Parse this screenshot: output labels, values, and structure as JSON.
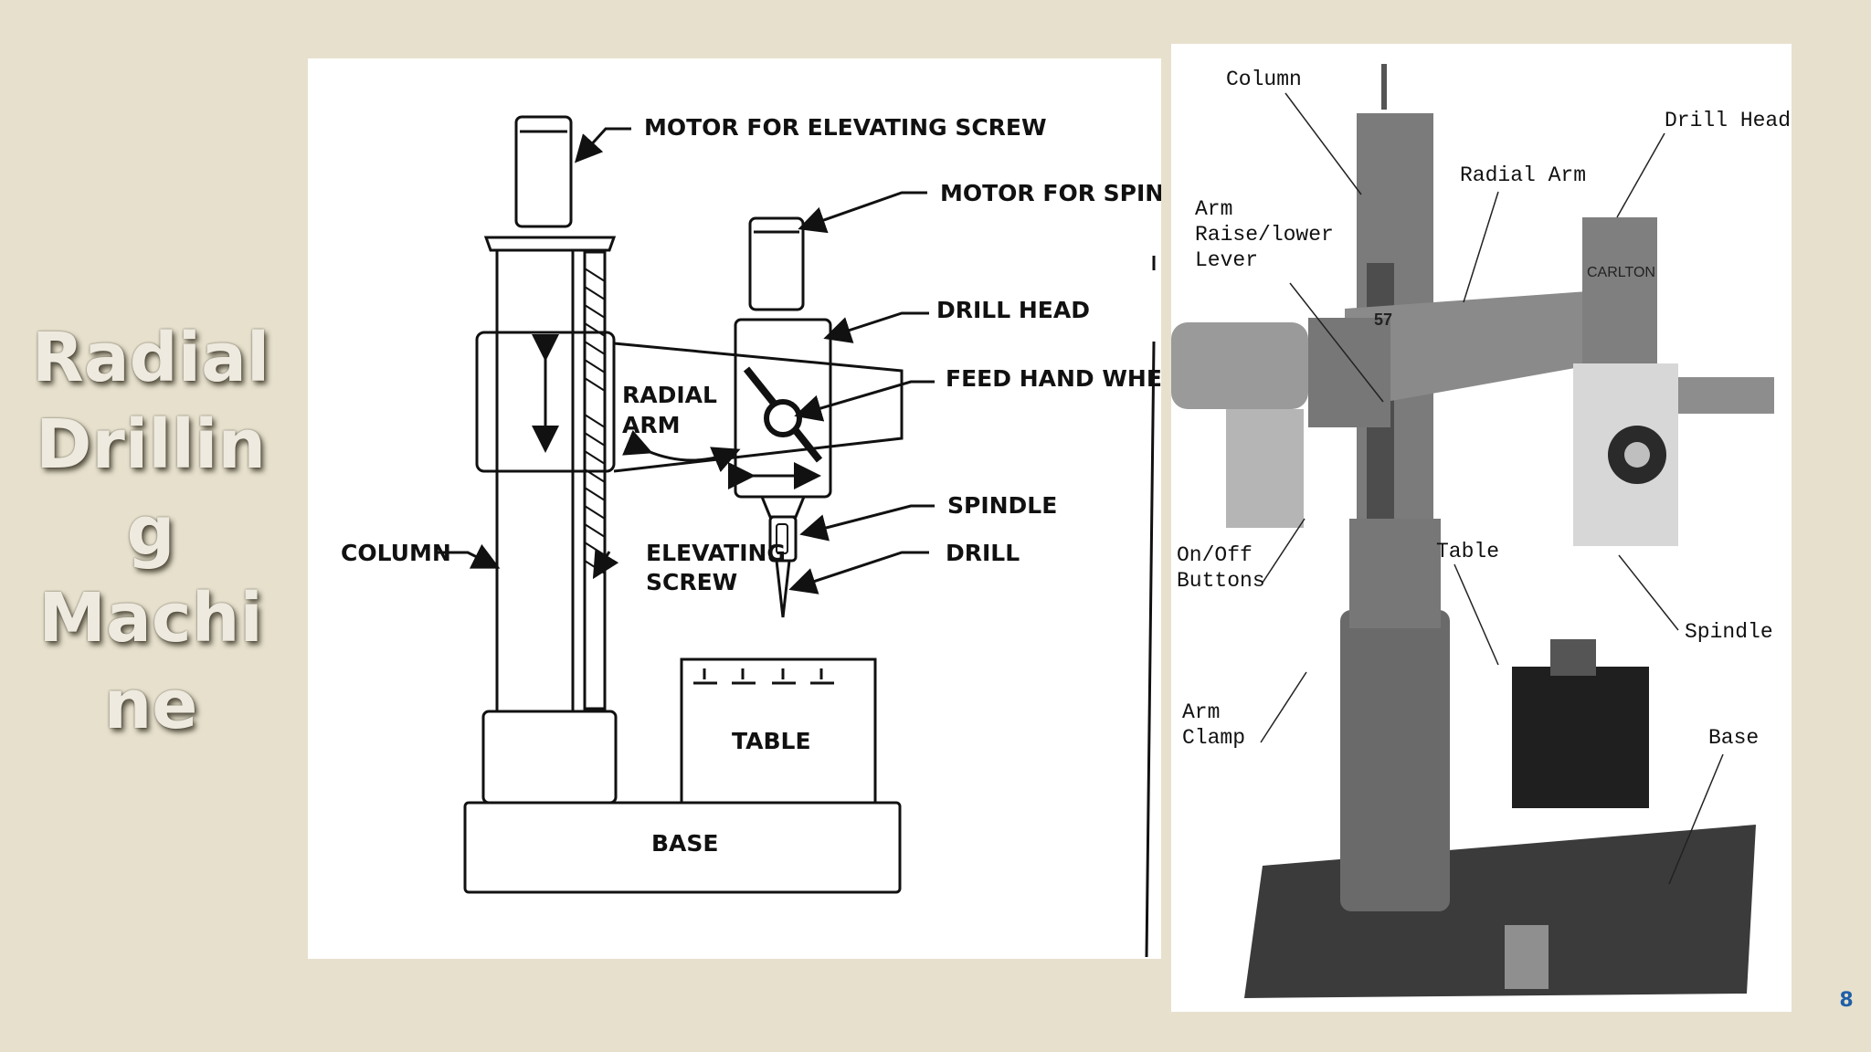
{
  "slide": {
    "title_lines": [
      "Radial",
      "Drillin",
      "g",
      "Machi",
      "ne"
    ],
    "page_number": "8"
  },
  "diagram": {
    "labels": {
      "motor_elevating": "MOTOR FOR ELEVATING SCREW",
      "motor_spindle": "MOTOR FOR SPINDLE",
      "drill_head": "DRILL HEAD",
      "feed_hand_wheel": "FEED HAND WHEEL",
      "radial_arm_1": "RADIAL",
      "radial_arm_2": "ARM",
      "spindle": "SPINDLE",
      "column": "COLUMN",
      "elevating_screw_1": "ELEVATING",
      "elevating_screw_2": "SCREW",
      "drill": "DRILL",
      "table": "TABLE",
      "base": "BASE"
    }
  },
  "photo": {
    "labels": {
      "column": "Column",
      "drill_head": "Drill Head",
      "radial_arm": "Radial Arm",
      "arm_lever_1": "Arm",
      "arm_lever_2": "Raise/lower",
      "arm_lever_3": "Lever",
      "on_off_1": "On/Off",
      "on_off_2": "Buttons",
      "table": "Table",
      "spindle": "Spindle",
      "arm_clamp_1": "Arm",
      "arm_clamp_2": "Clamp",
      "base": "Base"
    },
    "machine_text": {
      "brand": "CARLTON",
      "model_number": "57"
    }
  }
}
